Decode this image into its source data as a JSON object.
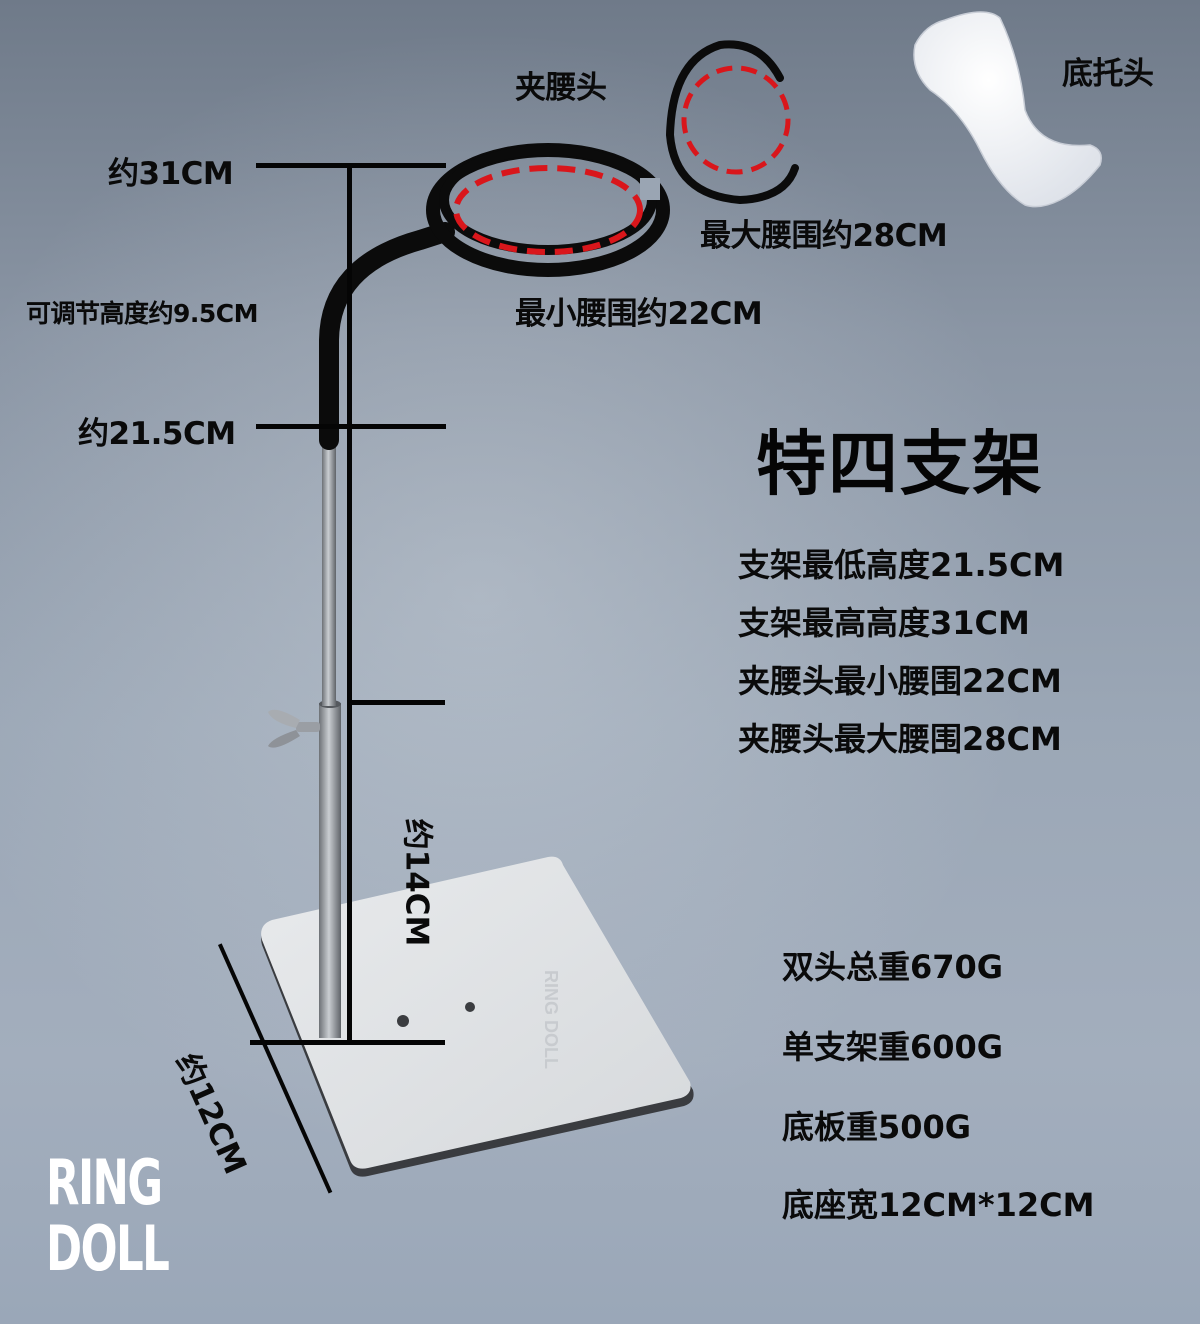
{
  "product": {
    "title": "特四支架",
    "brand_logo": {
      "line1": "RING",
      "line2": "DOLL"
    }
  },
  "parts": {
    "waist_clamp_label": "夹腰头",
    "base_holder_label": "底托头",
    "min_waist_label": "最小腰围约22CM",
    "max_waist_label": "最大腰围约28CM"
  },
  "dimensions": {
    "top_height": "约31CM",
    "adjustable_range": "可调节高度约9.5CM",
    "low_height": "约21.5CM",
    "lower_tube": "约14CM",
    "base_width": "约12CM"
  },
  "specs": [
    {
      "text": "支架最低高度21.5CM"
    },
    {
      "text": "支架最高高度31CM"
    },
    {
      "text": "夹腰头最小腰围22CM"
    },
    {
      "text": "夹腰头最大腰围28CM"
    }
  ],
  "weights": [
    {
      "text": "双头总重670G"
    },
    {
      "text": "单支架重600G"
    },
    {
      "text": "底板重500G"
    },
    {
      "text": "底座宽12CM*12CM"
    }
  ],
  "colors": {
    "background_top": "#6f7a89",
    "background_bottom": "#a3aebd",
    "label_text": "#0a0a0a",
    "dash_red": "#d9161b",
    "ring_black": "#0b0b0b",
    "steel": "#9a9ea4",
    "logo": "#ffffff"
  }
}
